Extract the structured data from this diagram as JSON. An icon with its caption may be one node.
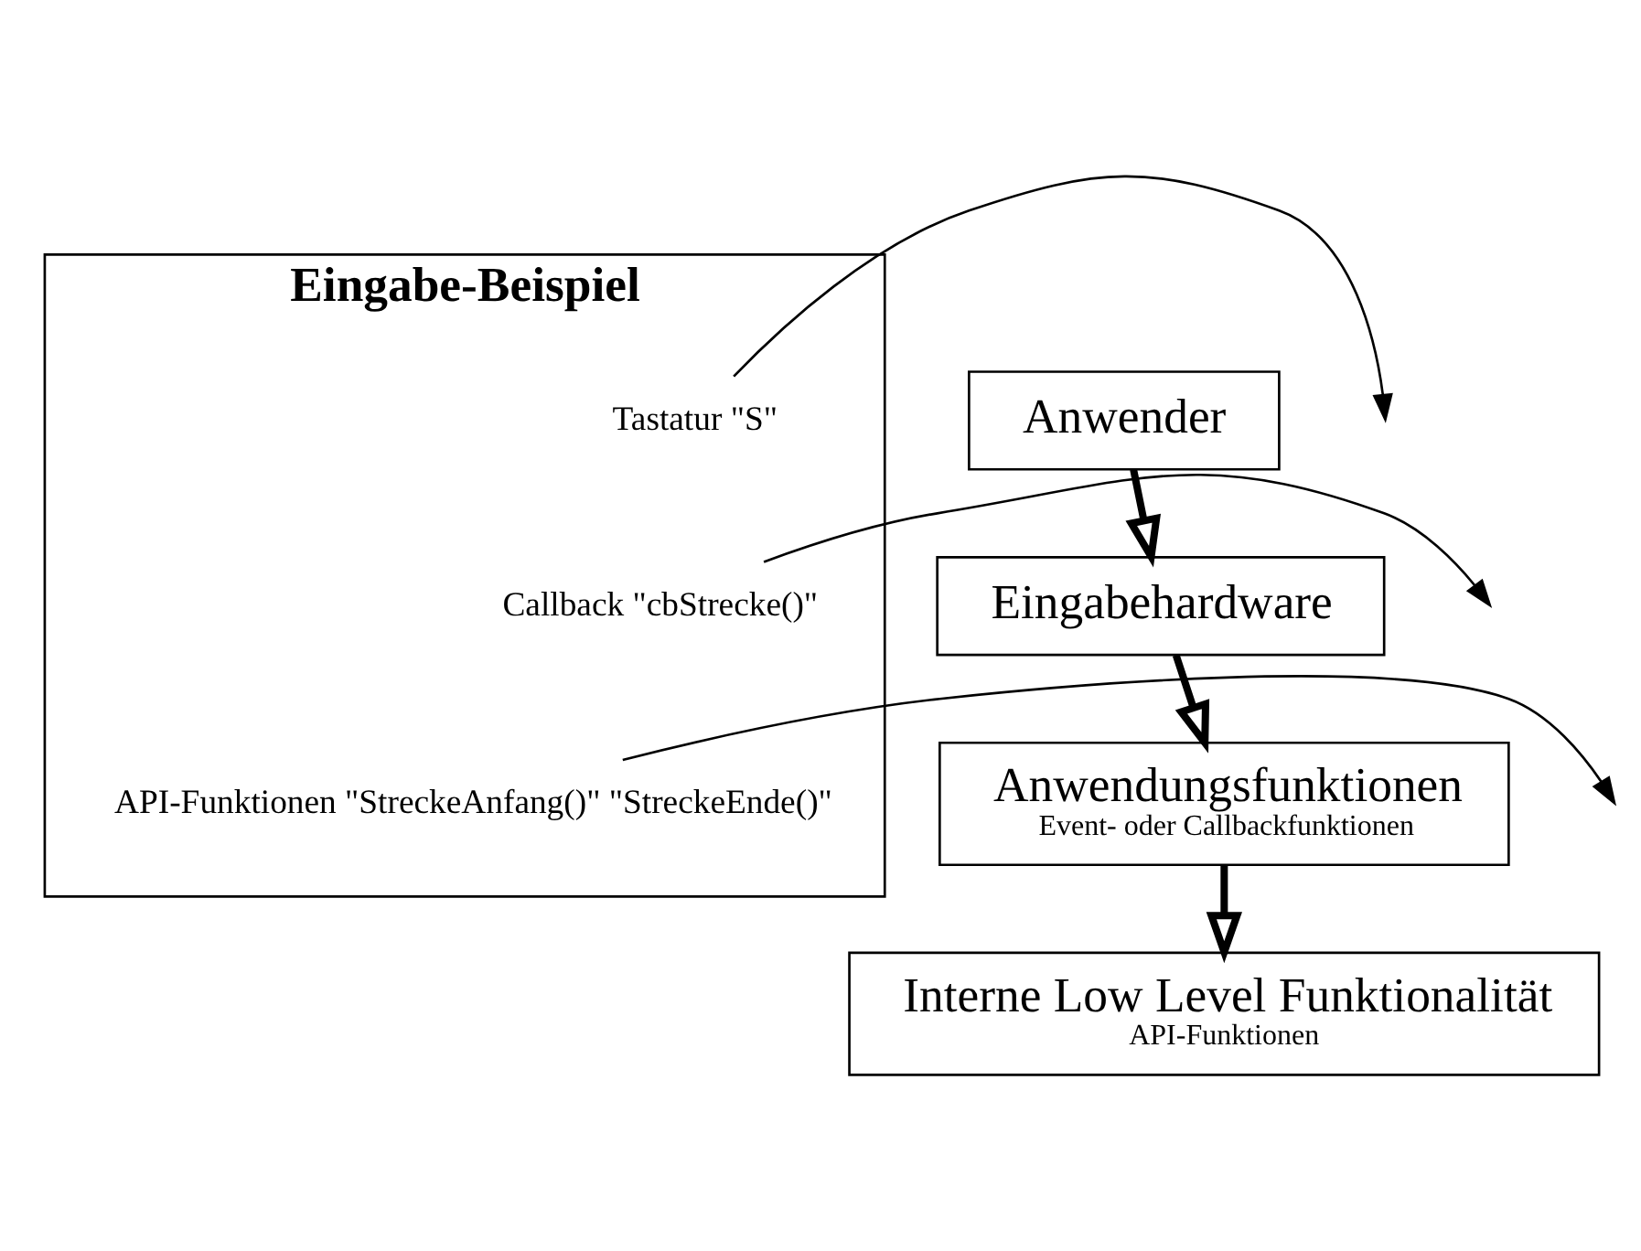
{
  "diagram": {
    "nodes": [
      {
        "text": [
          "Eingabe-Beispiel"
        ]
      },
      {
        "text": [
          "Tastatur \"S\""
        ],
        "in": 0
      },
      {
        "text": [
          "Callback \"cbStrecke()\""
        ],
        "in": 0
      },
      {
        "text": [
          "API-Funktionen \"StreckeAnfang()\" \"StreckeEnde()\""
        ],
        "in": 0
      },
      {
        "text": [
          "Anwender"
        ]
      },
      {
        "text": [
          "Eingabehardware"
        ]
      },
      {
        "text": [
          "Anwendungsfunktionen",
          "Event- oder Callbackfunktionen"
        ]
      },
      {
        "text": [
          "Interne Low Level Funktionalität",
          "API-Funktionen"
        ]
      }
    ],
    "edges": [
      {
        "from": 4,
        "to": 5,
        "arrow": "to",
        "style": "thick"
      },
      {
        "from": 5,
        "to": 6,
        "arrow": "to",
        "style": "thick"
      },
      {
        "from": 6,
        "to": 7,
        "arrow": "to",
        "style": "thick"
      },
      {
        "from": 1,
        "to": null,
        "arrow": "to"
      },
      {
        "from": 2,
        "to": null,
        "arrow": "to"
      },
      {
        "from": 3,
        "to": null,
        "arrow": "to"
      }
    ]
  }
}
